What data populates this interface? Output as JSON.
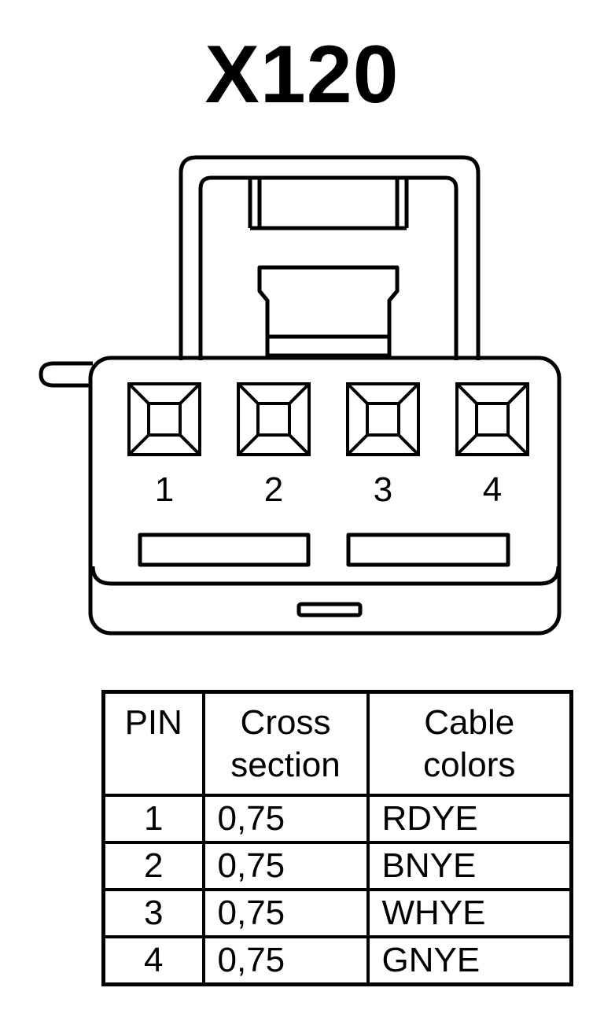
{
  "title": "X120",
  "pins": [
    {
      "label": "1"
    },
    {
      "label": "2"
    },
    {
      "label": "3"
    },
    {
      "label": "4"
    }
  ],
  "table": {
    "headers": {
      "pin": "PIN",
      "cross_section_line1": "Cross",
      "cross_section_line2": "section",
      "colors_line1": "Cable",
      "colors_line2": "colors"
    },
    "rows": [
      {
        "pin": "1",
        "cross_section": "0,75",
        "color": "RDYE"
      },
      {
        "pin": "2",
        "cross_section": "0,75",
        "color": "BNYE"
      },
      {
        "pin": "3",
        "cross_section": "0,75",
        "color": "WHYE"
      },
      {
        "pin": "4",
        "cross_section": "0,75",
        "color": "GNYE"
      }
    ]
  }
}
